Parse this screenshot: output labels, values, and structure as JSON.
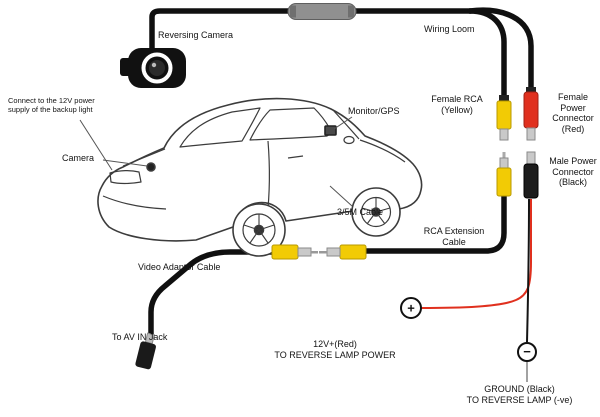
{
  "labels": {
    "reversing_camera": "Reversing Camera",
    "wiring_loom": "Wiring Loom",
    "female_rca": "Female RCA\n(Yellow)",
    "female_power_connector": "Female\nPower\nConnector\n(Red)",
    "male_power_connector": "Male Power\nConnector\n(Black)",
    "power_note": "Connect to the 12V power\nsupply of the backup light",
    "camera": "Camera",
    "monitor_gps": "Monitor/GPS",
    "cable_3_5m": "3/5M Cable",
    "rca_extension_cable": "RCA Extension\nCable",
    "video_adaptor_cable": "Video Adaptor Cable",
    "av_in_jack": "To AV IN Jack",
    "reverse_lamp_power": "12V+(Red)\nTO REVERSE LAMP POWER",
    "ground": "GROUND (Black)\nTO REVERSE LAMP (-ve)",
    "plus": "+",
    "minus": "−"
  },
  "colors": {
    "rca_yellow": "#f2cb05",
    "power_red": "#e0301e",
    "cable_black": "#101010",
    "loom_gray": "#909090",
    "metal_gray": "#c9c9c9"
  }
}
